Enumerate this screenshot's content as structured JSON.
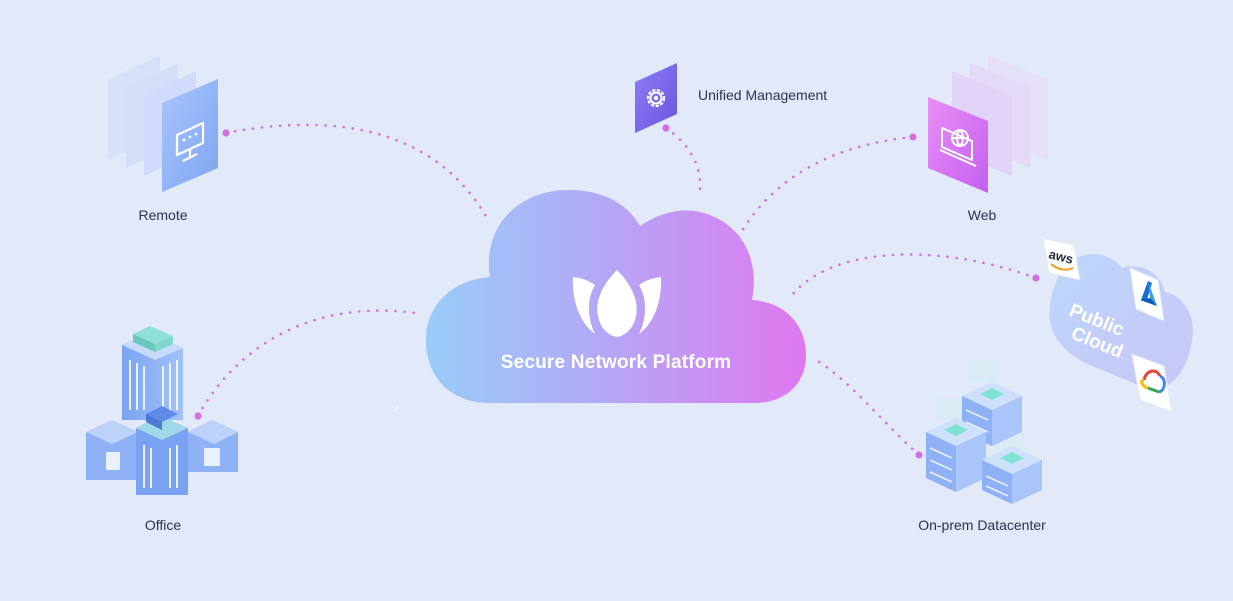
{
  "platform": {
    "title": "Secure Network Platform"
  },
  "nodes": {
    "remote": "Remote",
    "web": "Web",
    "office": "Office",
    "datacenter": "On-prem Datacenter",
    "management": "Unified Management"
  },
  "public_cloud": {
    "label_line1": "Public",
    "label_line2": "Cloud",
    "providers": [
      "aws",
      "azure",
      "google-cloud"
    ],
    "aws_text": "aws"
  },
  "colors": {
    "background": "#e2e9f8",
    "connector": "#d46fe0",
    "cloud_left": "#9cc8f7",
    "cloud_right": "#d97ef2"
  }
}
